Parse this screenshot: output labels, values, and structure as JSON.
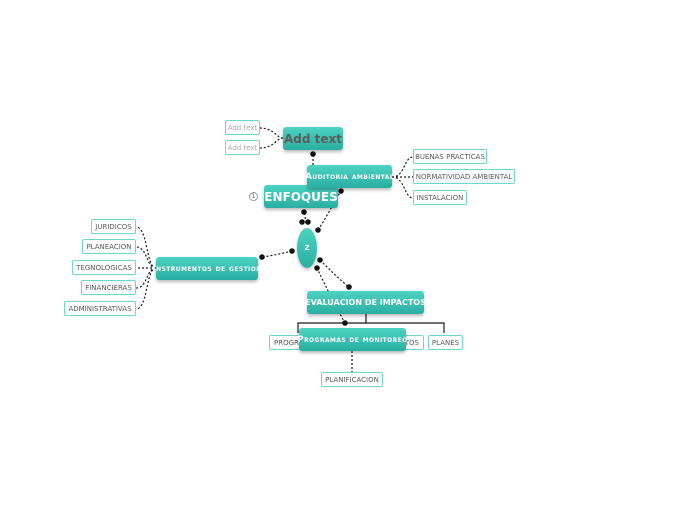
{
  "center": {
    "label": "Z"
  },
  "nodes": {
    "enfoques": "ENFOQUES",
    "collapsed_count": "1",
    "add_text_main": "Add text",
    "add_text_children": [
      "Add text",
      "Add text"
    ],
    "auditoria": "Auditoria ambiental",
    "auditoria_children": [
      "BUENAS PRACTICAS",
      "NORMATIVIDAD AMBIENTAL",
      "INSTALACION"
    ],
    "instrumentos": "Instrumentos de gestion",
    "instrumentos_children": [
      "JURIDICOS",
      "PLANEACION",
      "TEGNOLOGICAS",
      "FINANCIERAS",
      "ADMINISTRATIVAS"
    ],
    "evaluacion": "EVALUACION DE IMPACTOS",
    "evaluacion_children": [
      "PROGR",
      "TOS",
      "PLANES"
    ],
    "programas": "Programas de monitoreo",
    "programas_children": [
      "PLANIFICACION"
    ]
  },
  "colors": {
    "accent": "#2fb8a9",
    "accent_light": "#4ed3c2",
    "leaf_border": "#6fd6c9",
    "connector": "#1a1a1a"
  }
}
